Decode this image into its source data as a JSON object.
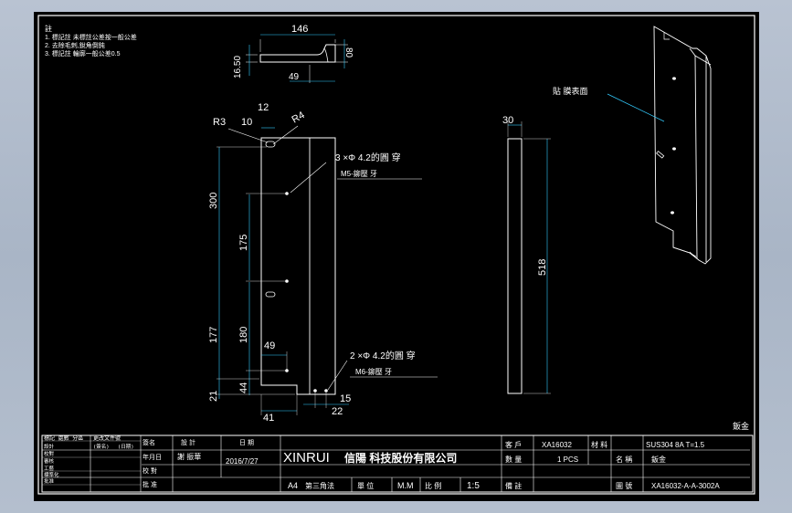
{
  "notes": {
    "title": "註",
    "lines": [
      "1. 標記註 未標註公差按一般公差",
      "2. 去除毛刺,銳角倒鈍",
      "3. 標記註 輪廓一般公差0.5"
    ]
  },
  "dimensions": {
    "top_width": "146",
    "top_right": "80",
    "top_left": "16.50",
    "top_bottom": "49",
    "r3": "R3",
    "d10": "10",
    "d12": "12",
    "r4": "R4",
    "d300": "300",
    "d175": "175",
    "d177": "177",
    "d180": "180",
    "d49b": "49",
    "d21": "21",
    "d44": "44",
    "d41": "41",
    "d22": "22",
    "d15": "15",
    "side_width": "30",
    "side_height": "518"
  },
  "callouts": {
    "hole3_a": "3 ×Φ  4.2的圓 穿",
    "hole3_b": "M5-鉚壓 牙",
    "hole2_a": "2 ×Φ  4.2的圓 穿",
    "hole2_b": "M6-鉚壓 牙",
    "iso_note": "貼 膜表面"
  },
  "corner_mark": "鈑金",
  "title_block": {
    "rev_headers": [
      "標記  處數  分區",
      "更改文件號",
      "簽名",
      "年月日"
    ],
    "rev_rows": [
      [
        "設計",
        "(簽名)",
        "(日期)"
      ],
      [
        "校對",
        "",
        ""
      ],
      [
        "審核",
        "",
        ""
      ],
      [
        "工藝",
        "",
        ""
      ],
      [
        "標準化",
        "",
        ""
      ],
      [
        "批准",
        "",
        ""
      ]
    ],
    "roles": [
      "設 計",
      "校 對",
      "審 核",
      "批 准"
    ],
    "designer_label": "設 計",
    "designer": "謝 振華",
    "date_label": "日 期",
    "date": "2016/7/27",
    "company_en": "XINRUI",
    "company_cn": "信陽 科技股份有限公司",
    "paper": "A4",
    "angle": "第三角法",
    "unit_label": "單 位",
    "unit": "M.M",
    "scale_label": "比 例",
    "scale": "1:5",
    "customer_label": "客 戶",
    "customer": "XA16032",
    "material_label": "材 料",
    "material": "SUS304  8A T=1.5",
    "qty_label": "數 量",
    "qty": "1   PCS",
    "name_label": "名 稱",
    "name": "鈑金",
    "remark_label": "備 註",
    "drawing_label": "圖 號",
    "drawing_no": "XA16032-A-A-3002A"
  }
}
